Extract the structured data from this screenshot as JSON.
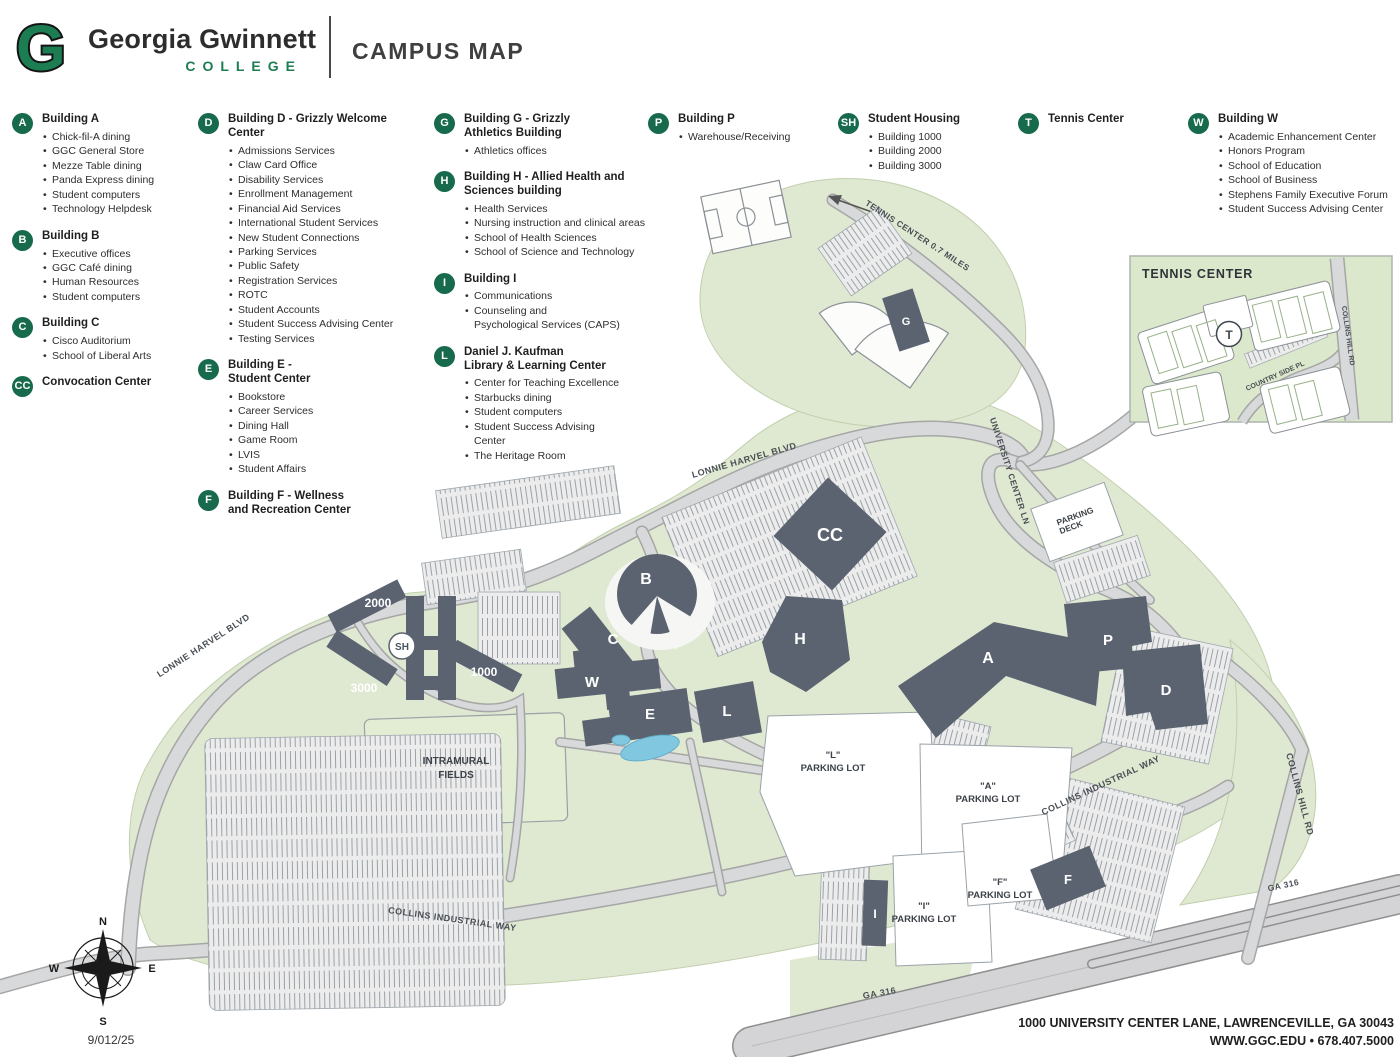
{
  "header": {
    "brand_line1": "Georgia Gwinnett",
    "brand_line2": "COLLEGE",
    "logo_letter": "G",
    "title": "CAMPUS MAP"
  },
  "legend": {
    "columns": [
      {
        "groups": [
          {
            "marker": "A",
            "title": "Building A",
            "items": [
              "Chick-fil-A dining",
              "GGC General Store",
              "Mezze Table dining",
              "Panda Express dining",
              "Student computers",
              "Technology Helpdesk"
            ]
          },
          {
            "marker": "B",
            "title": "Building B",
            "items": [
              "Executive offices",
              "GGC Café dining",
              "Human Resources",
              "Student computers"
            ]
          },
          {
            "marker": "C",
            "title": "Building C",
            "items": [
              "Cisco Auditorium",
              "School of Liberal Arts"
            ]
          },
          {
            "marker": "CC",
            "title": "Convocation Center",
            "items": []
          }
        ]
      },
      {
        "groups": [
          {
            "marker": "D",
            "title": "Building D - Grizzly Welcome\nCenter",
            "items": [
              "Admissions Services",
              "Claw Card Office",
              "Disability Services",
              "Enrollment Management",
              "Financial Aid Services",
              "International Student Services",
              "New Student Connections",
              "Parking Services",
              "Public Safety",
              "Registration Services",
              "ROTC",
              "Student Accounts",
              "Student Success Advising Center",
              "Testing Services"
            ]
          },
          {
            "marker": "E",
            "title": "Building E -\nStudent Center",
            "items": [
              "Bookstore",
              "Career Services",
              "Dining Hall",
              "Game Room",
              "LVIS",
              "Student Affairs"
            ]
          },
          {
            "marker": "F",
            "title": "Building F - Wellness\nand Recreation Center",
            "items": []
          }
        ]
      },
      {
        "groups": [
          {
            "marker": "G",
            "title": "Building G - Grizzly\nAthletics Building",
            "items": [
              "Athletics offices"
            ]
          },
          {
            "marker": "H",
            "title": "Building H - Allied Health and\nSciences building",
            "items": [
              "Health Services",
              "Nursing instruction and clinical areas",
              "School of Health Sciences",
              "School of Science and Technology"
            ]
          },
          {
            "marker": "I",
            "title": "Building I",
            "items": [
              "Communications",
              "Counseling and\nPsychological Services (CAPS)"
            ]
          },
          {
            "marker": "L",
            "title": "Daniel J. Kaufman\nLibrary & Learning Center",
            "items": [
              "Center for Teaching Excellence",
              "Starbucks dining",
              "Student computers",
              "Student Success Advising\nCenter",
              "The Heritage Room"
            ]
          }
        ]
      },
      {
        "groups": [
          {
            "marker": "P",
            "title": "Building P",
            "items": [
              "Warehouse/Receiving"
            ]
          }
        ]
      },
      {
        "groups": [
          {
            "marker": "SH",
            "title": "Student Housing",
            "items": [
              "Building 1000",
              "Building 2000",
              "Building 3000"
            ]
          }
        ]
      },
      {
        "groups": [
          {
            "marker": "T",
            "title": "Tennis Center",
            "items": []
          }
        ]
      },
      {
        "groups": [
          {
            "marker": "W",
            "title": "Building W",
            "items": [
              "Academic Enhancement Center",
              "Honors Program",
              "School of Education",
              "School of Business",
              "Stephens Family Executive Forum",
              "Student Success Advising Center"
            ]
          }
        ]
      }
    ]
  },
  "map": {
    "labels": {
      "lonnie1": "LONNIE HARVEL BLVD",
      "lonnie2": "LONNIE HARVEL BLVD",
      "tennis_dir": "TENNIS CENTER 0.7 MILES",
      "university": "UNIVERSITY CENTER LN",
      "collins_ind1": "COLLINS INDUSTRIAL WAY",
      "collins_ind2": "COLLINS INDUSTRIAL WAY",
      "collins_hill": "COLLINS HILL RD",
      "ga316_1": "GA 316",
      "ga316_2": "GA 316",
      "parking_deck1": "PARKING",
      "parking_deck2": "DECK",
      "intramural1": "INTRAMURAL",
      "intramural2": "FIELDS"
    },
    "lots": {
      "l1": "\"L\"",
      "l2": "PARKING LOT",
      "a1": "\"A\"",
      "a2": "PARKING LOT",
      "i1": "\"I\"",
      "i2": "PARKING LOT",
      "f1": "\"F\"",
      "f2": "PARKING LOT"
    },
    "buildings": {
      "cc": "CC",
      "b": "B",
      "c": "C",
      "w": "W",
      "e": "E",
      "l": "L",
      "h": "H",
      "a": "A",
      "d": "D",
      "p": "P",
      "g": "G",
      "f": "F",
      "i": "I",
      "sh": "SH",
      "h1000": "1000",
      "h2000": "2000",
      "h3000": "3000"
    },
    "inset": {
      "title": "TENNIS CENTER",
      "country": "COUNTRY SIDE PL",
      "collins": "COLLINS HILL RD",
      "t": "T"
    },
    "compass": {
      "n": "N",
      "e": "E",
      "s": "S",
      "w": "W",
      "date": "9/012/25"
    }
  },
  "footer": {
    "line1": "1000 UNIVERSITY CENTER LANE, LAWRENCEVILLE, GA 30043",
    "line2": "WWW.GGC.EDU • 678.407.5000"
  },
  "colors": {
    "brand_green": "#176a4c",
    "building_gray": "#5b6370",
    "map_green": "#dfe9d2",
    "road_gray": "#d8d9da",
    "pond_blue": "#82c7e0"
  }
}
